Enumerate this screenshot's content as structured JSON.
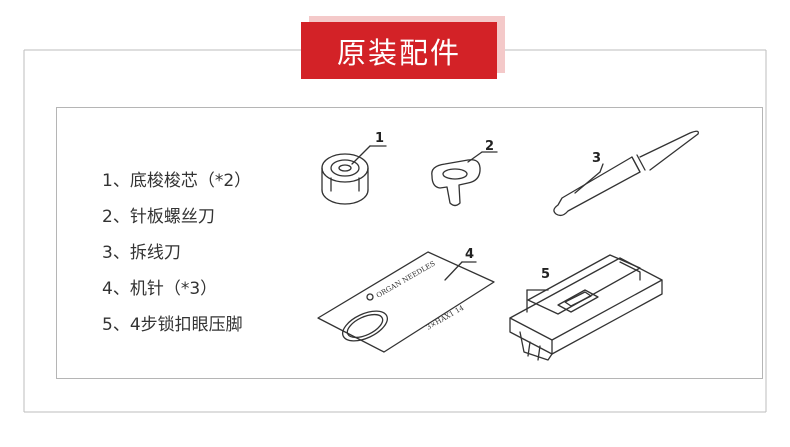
{
  "title": "原装配件",
  "accessories": [
    "1、底梭梭芯（*2）",
    "2、针板螺丝刀",
    "3、拆线刀",
    "4、机针（*3）",
    "5、4步锁扣眼压脚"
  ],
  "callouts": [
    "1",
    "2",
    "3",
    "4",
    "5"
  ],
  "needle_package_text": "ORGAN NEEDLES",
  "needle_code_text": "3×HAX1 14",
  "colors": {
    "badge": "#d32227",
    "badge_shadow": "#f4c9c9",
    "border": "#b5b5b5",
    "text": "#333333"
  }
}
